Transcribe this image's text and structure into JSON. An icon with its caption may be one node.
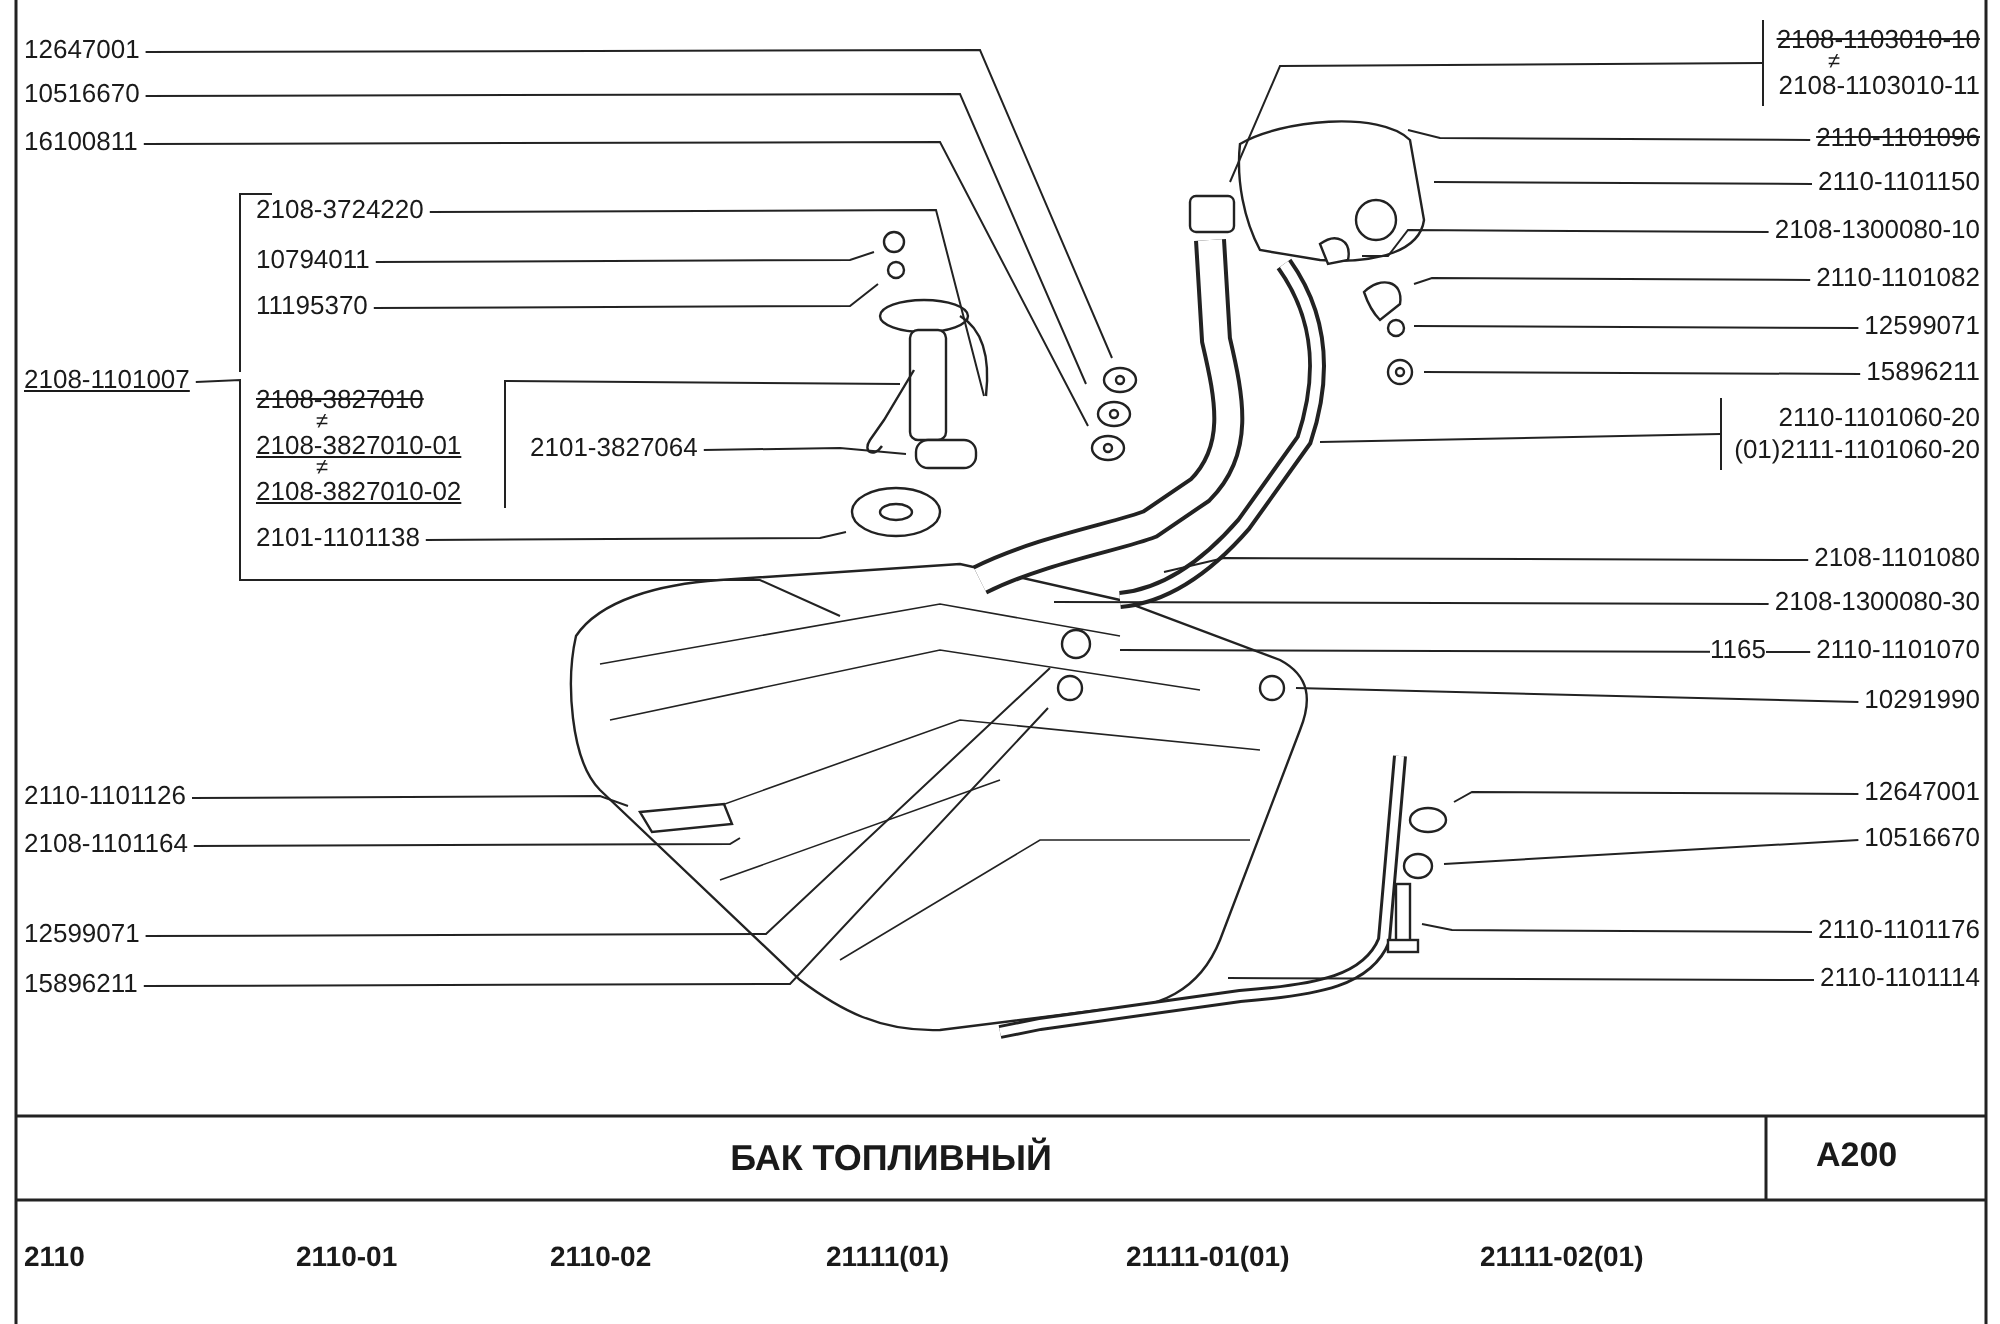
{
  "diagram": {
    "title": "БАК ТОПЛИВНЫЙ",
    "nodes": [
      {
        "text": [
          "12647001"
        ]
      },
      {
        "text": [
          "10516670"
        ]
      },
      {
        "text": [
          "16100811"
        ]
      },
      {
        "text": [
          "2108-1101007"
        ]
      },
      {
        "text": [
          "2108-3724220"
        ]
      },
      {
        "text": [
          "10794011"
        ]
      },
      {
        "text": [
          "11195370"
        ]
      },
      {
        "text": [
          "2108-3827010",
          "≠",
          "2108-3827010-01",
          "≠",
          "2108-3827010-02"
        ]
      },
      {
        "text": [
          "2101-3827064"
        ]
      },
      {
        "text": [
          "2101-1101138"
        ]
      },
      {
        "text": [
          "2110-1101126"
        ]
      },
      {
        "text": [
          "2108-1101164"
        ]
      },
      {
        "text": [
          "12599071"
        ]
      },
      {
        "text": [
          "15896211"
        ]
      },
      {
        "text": [
          "2108-1103010-10",
          "≠",
          "2108-1103010-11"
        ]
      },
      {
        "text": [
          "2110-1101096"
        ]
      },
      {
        "text": [
          "2110-1101150"
        ]
      },
      {
        "text": [
          "2108-1300080-10"
        ]
      },
      {
        "text": [
          "2110-1101082"
        ]
      },
      {
        "text": [
          "12599071"
        ]
      },
      {
        "text": [
          "15896211"
        ]
      },
      {
        "text": [
          "2110-1101060-20",
          "(01)2111-1101060-20"
        ]
      },
      {
        "text": [
          "2108-1101080"
        ]
      },
      {
        "text": [
          "2108-1300080-30"
        ]
      },
      {
        "text": [
          "2110-1101070"
        ]
      },
      {
        "text": [
          "10291990"
        ]
      },
      {
        "text": [
          "12647001"
        ]
      },
      {
        "text": [
          "10516670"
        ]
      },
      {
        "text": [
          "2110-1101176"
        ]
      },
      {
        "text": [
          "2110-1101114"
        ]
      }
    ],
    "edges": [
      {
        "from": 0,
        "to": null,
        "arrow": "none"
      },
      {
        "from": 1,
        "to": null,
        "arrow": "none"
      },
      {
        "from": 2,
        "to": null,
        "arrow": "none"
      },
      {
        "from": 3,
        "to": null,
        "arrow": "none"
      },
      {
        "from": 4,
        "to": null,
        "arrow": "none"
      },
      {
        "from": 5,
        "to": null,
        "arrow": "none"
      },
      {
        "from": 6,
        "to": null,
        "arrow": "none"
      },
      {
        "from": 7,
        "to": null,
        "arrow": "none"
      },
      {
        "from": 8,
        "to": null,
        "arrow": "none"
      },
      {
        "from": 9,
        "to": null,
        "arrow": "none"
      },
      {
        "from": 10,
        "to": null,
        "arrow": "none"
      },
      {
        "from": 11,
        "to": null,
        "arrow": "none"
      },
      {
        "from": 12,
        "to": null,
        "arrow": "none"
      },
      {
        "from": 13,
        "to": null,
        "arrow": "none"
      },
      {
        "from": 14,
        "to": null,
        "arrow": "none"
      },
      {
        "from": 15,
        "to": null,
        "arrow": "none"
      },
      {
        "from": 16,
        "to": null,
        "arrow": "none"
      },
      {
        "from": 17,
        "to": null,
        "arrow": "none"
      },
      {
        "from": 18,
        "to": null,
        "arrow": "none"
      },
      {
        "from": 19,
        "to": null,
        "arrow": "none"
      },
      {
        "from": 20,
        "to": null,
        "arrow": "none"
      },
      {
        "from": 21,
        "to": null,
        "arrow": "none"
      },
      {
        "from": 22,
        "to": null,
        "arrow": "none"
      },
      {
        "from": 23,
        "to": null,
        "arrow": "none"
      },
      {
        "from": 24,
        "to": null,
        "arrow": "none"
      },
      {
        "from": 25,
        "to": null,
        "arrow": "none"
      },
      {
        "from": 26,
        "to": null,
        "arrow": "none"
      },
      {
        "from": 27,
        "to": null,
        "arrow": "none"
      },
      {
        "from": 28,
        "to": null,
        "arrow": "none"
      },
      {
        "from": 29,
        "to": null,
        "arrow": "none"
      }
    ],
    "labels": [
      "1165",
      "A200",
      "2110",
      "2110-01",
      "2110-02",
      "21111(01)",
      "21111-01(01)",
      "21111-02(01)"
    ]
  }
}
